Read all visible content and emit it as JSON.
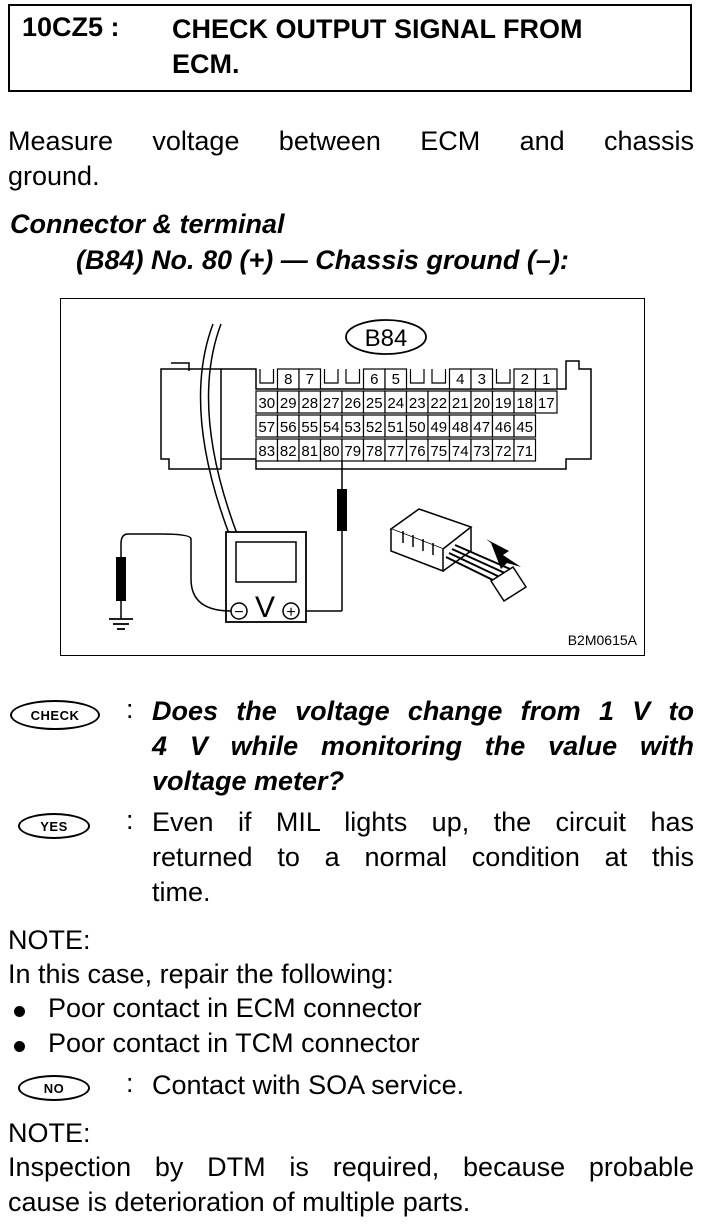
{
  "header": {
    "code": "10CZ5 :",
    "title_line1": "CHECK OUTPUT SIGNAL FROM",
    "title_line2": "ECM."
  },
  "intro": {
    "line1": "Measure voltage between ECM and chassis",
    "line2": "ground."
  },
  "connector": {
    "heading": "Connector & terminal",
    "detail": "(B84) No. 80 (+) — Chassis ground (–):"
  },
  "figure": {
    "connector_label": "B84",
    "figure_code": "B2M0615A",
    "top_terminals": [
      "8",
      "7",
      "6",
      "5",
      "4",
      "3",
      "2",
      "1"
    ],
    "row1": [
      "30",
      "29",
      "28",
      "27",
      "26",
      "25",
      "24",
      "23",
      "22",
      "21",
      "20",
      "19",
      "18",
      "17"
    ],
    "row2": [
      "57",
      "56",
      "55",
      "54",
      "53",
      "52",
      "51",
      "50",
      "49",
      "48",
      "47",
      "46",
      "45"
    ],
    "row3": [
      "83",
      "82",
      "81",
      "80",
      "79",
      "78",
      "77",
      "76",
      "75",
      "74",
      "73",
      "72",
      "71"
    ],
    "meter_symbol": "V",
    "meter_minus": "−",
    "meter_plus": "+"
  },
  "check": {
    "badge": "CHECK",
    "colon": ":",
    "line1": "Does the voltage change from 1 V to",
    "line2": "4 V while monitoring the value with",
    "line3": "voltage meter?"
  },
  "yes": {
    "badge": "YES",
    "colon": ":",
    "line1": "Even if MIL lights up, the circuit has",
    "line2": "returned to a normal condition at this",
    "line3": "time."
  },
  "note1": {
    "label": "NOTE:",
    "intro": "In this case, repair the following:",
    "bullets": [
      "Poor contact in ECM connector",
      "Poor contact in TCM connector"
    ]
  },
  "no": {
    "badge": "NO",
    "colon": ":",
    "text": "Contact with SOA service."
  },
  "note2": {
    "label": "NOTE:",
    "line1": "Inspection by DTM is required, because probable",
    "line2": "cause is deterioration of multiple parts."
  }
}
